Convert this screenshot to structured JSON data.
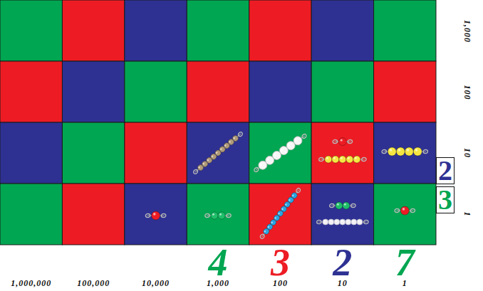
{
  "diagram": {
    "nodes": [
      {
        "text": [
          "2"
        ]
      },
      {
        "text": [
          "3"
        ]
      }
    ],
    "labels": [
      "1,000",
      "100",
      "10",
      "1",
      "4",
      "3",
      "2",
      "7",
      "1,000,000",
      "100,000",
      "10,000",
      "1,000",
      "100",
      "10",
      "1"
    ]
  }
}
